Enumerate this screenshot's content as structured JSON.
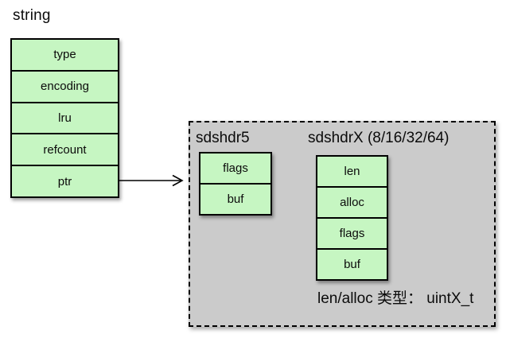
{
  "title": "string",
  "robj": {
    "cells": [
      "type",
      "encoding",
      "lru",
      "refcount",
      "ptr"
    ]
  },
  "sds": {
    "sdshdr5": {
      "label": "sdshdr5",
      "cells": [
        "flags",
        "buf"
      ]
    },
    "sdshdrX": {
      "label": "sdshdrX (8/16/32/64)",
      "cells": [
        "len",
        "alloc",
        "flags",
        "buf"
      ]
    },
    "note": "len/alloc 类型： uintX_t"
  },
  "colors": {
    "cell_fill": "#c6f6c2",
    "container_fill": "#cbcbcb",
    "border_color": "#000000",
    "bg": "#ffffff"
  }
}
